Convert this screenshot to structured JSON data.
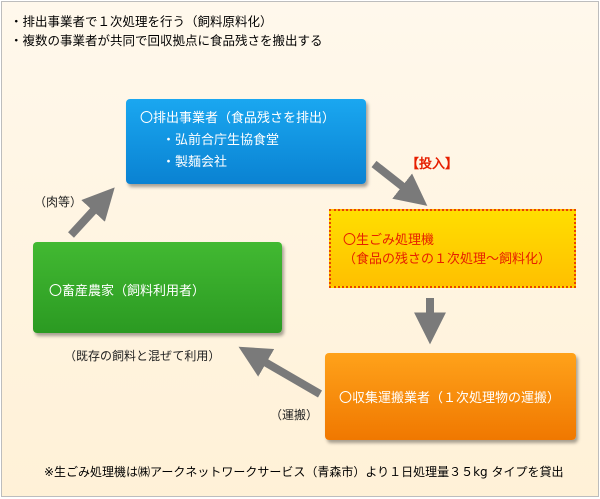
{
  "bullets": [
    "排出事業者で１次処理を行う（飼料原料化）",
    "複数の事業者が共同で回収拠点に食品残さを搬出する"
  ],
  "box_emitter": {
    "title": "〇排出事業者（食品残さを排出）",
    "members": [
      "弘前合庁生協食堂",
      "製麺会社"
    ]
  },
  "box_machine": {
    "line1": "〇生ごみ処理機",
    "line2": "（食品の残さの１次処理～飼料化）"
  },
  "box_farmer": {
    "title": "〇畜産農家（飼料利用者）"
  },
  "box_transport": {
    "title": "〇収集運搬業者（１次処理物の運搬）"
  },
  "labels": {
    "tounyu": "【投入】",
    "meat": "（肉等）",
    "feed": "（既存の飼料と混ぜて利用）",
    "haul": "（運搬）"
  },
  "footnote": "※生ごみ処理機は㈱アークネットワークサービス（青森市）より１日処理量３５kg タイプを貸出",
  "colors": {
    "arrow": "#7a7a7a",
    "emitter": "#0a8fe0",
    "machine": "#ffd000",
    "machine_text": "#e61e00",
    "farmer": "#36ab2a",
    "transport": "#f58a00"
  }
}
